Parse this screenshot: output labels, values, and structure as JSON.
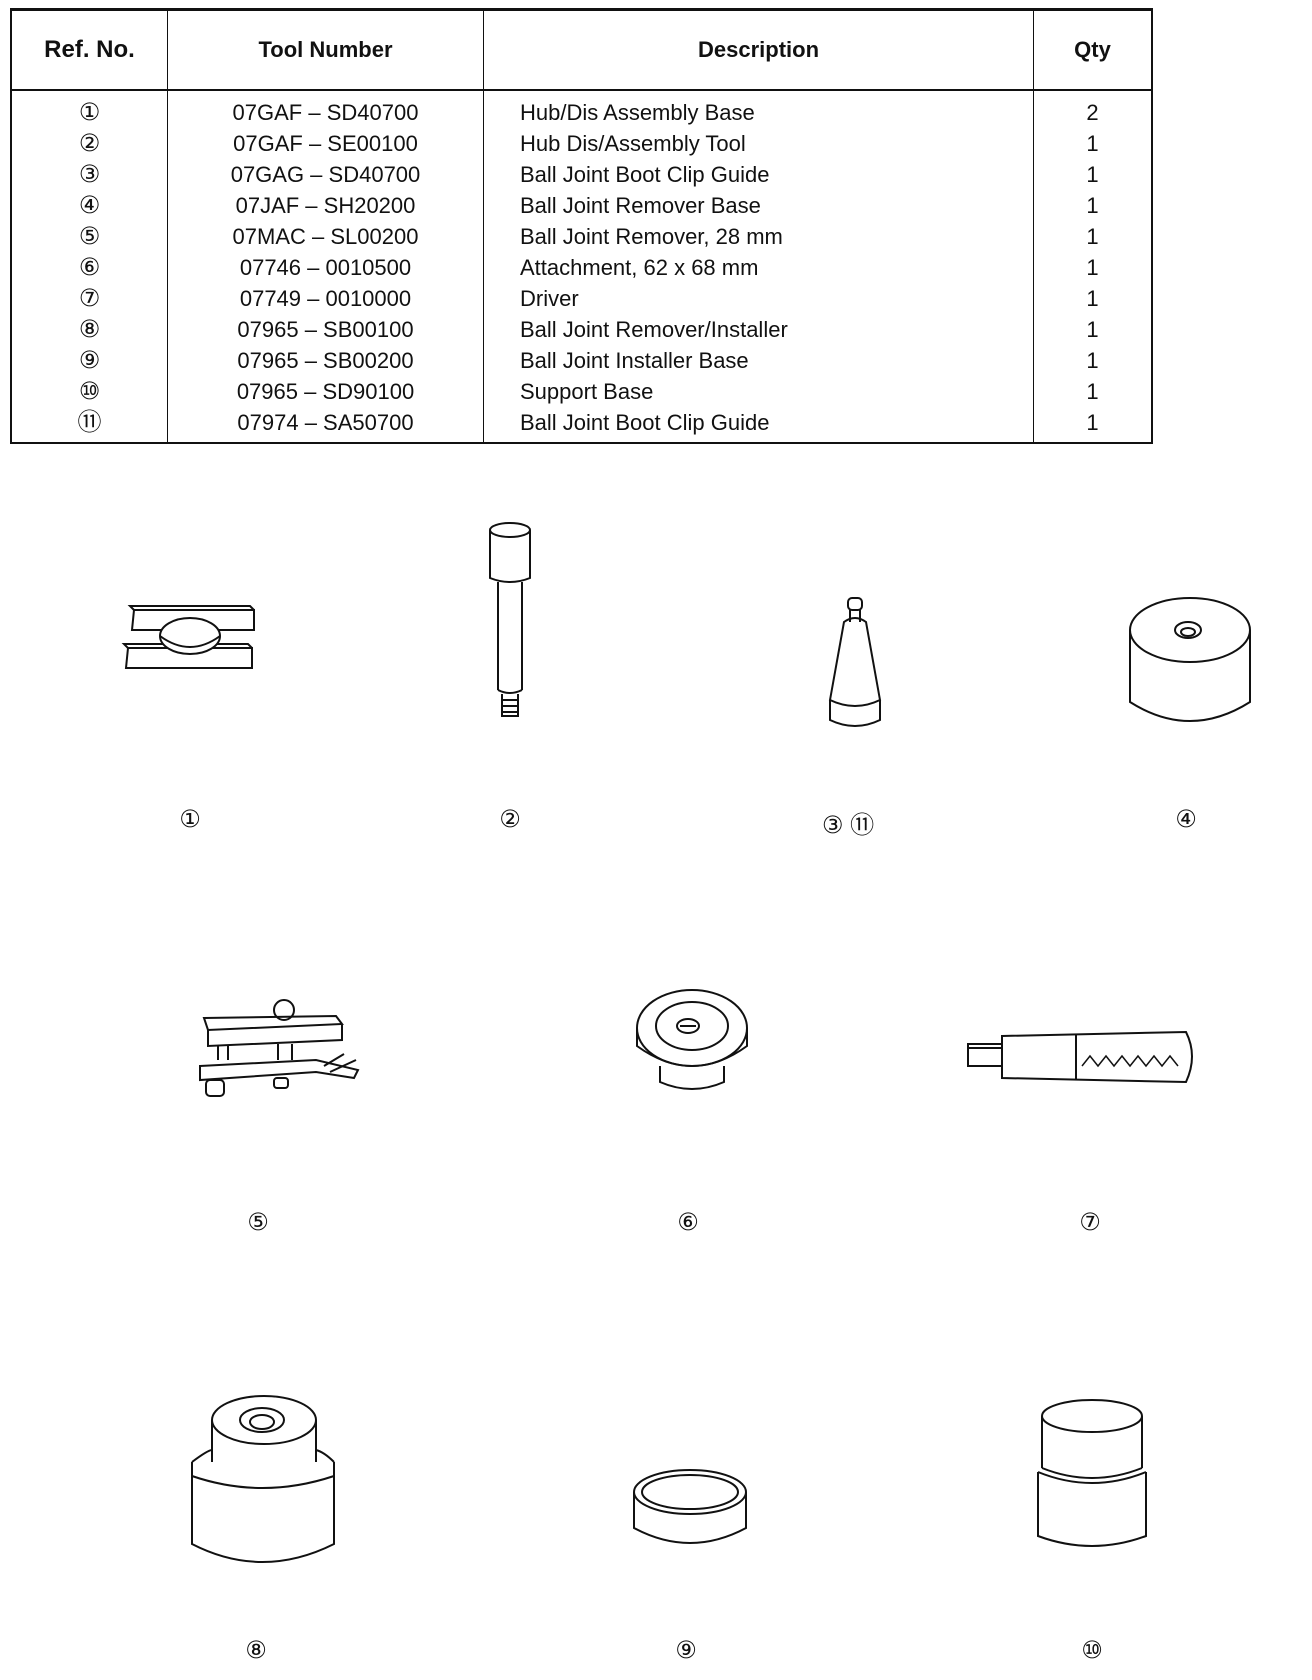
{
  "table": {
    "headers": {
      "ref": "Ref. No.",
      "tool": "Tool Number",
      "desc": "Description",
      "qty": "Qty"
    },
    "rows": [
      {
        "ref": "①",
        "tool": "07GAF – SD40700",
        "desc": "Hub/Dis Assembly Base",
        "qty": "2"
      },
      {
        "ref": "②",
        "tool": "07GAF – SE00100",
        "desc": "Hub Dis/Assembly Tool",
        "qty": "1"
      },
      {
        "ref": "③",
        "tool": "07GAG – SD40700",
        "desc": "Ball Joint Boot Clip Guide",
        "qty": "1"
      },
      {
        "ref": "④",
        "tool": "07JAF – SH20200",
        "desc": "Ball Joint Remover Base",
        "qty": "1"
      },
      {
        "ref": "⑤",
        "tool": "07MAC – SL00200",
        "desc": "Ball Joint Remover, 28 mm",
        "qty": "1"
      },
      {
        "ref": "⑥",
        "tool": "07746 – 0010500",
        "desc": "Attachment, 62 x 68 mm",
        "qty": "1"
      },
      {
        "ref": "⑦",
        "tool": "07749 – 0010000",
        "desc": "Driver",
        "qty": "1"
      },
      {
        "ref": "⑧",
        "tool": "07965 – SB00100",
        "desc": "Ball Joint Remover/Installer",
        "qty": "1"
      },
      {
        "ref": "⑨",
        "tool": "07965 – SB00200",
        "desc": "Ball Joint Installer Base",
        "qty": "1"
      },
      {
        "ref": "⑩",
        "tool": "07965 – SD90100",
        "desc": "Support Base",
        "qty": "1"
      },
      {
        "ref": "⑪",
        "tool": "07974 – SA50700",
        "desc": "Ball Joint Boot Clip Guide",
        "qty": "1"
      }
    ]
  },
  "figure_labels": {
    "f1": "①",
    "f2": "②",
    "f3": "③ ⑪",
    "f4": "④",
    "f5": "⑤",
    "f6": "⑥",
    "f7": "⑦",
    "f8": "⑧",
    "f9": "⑨",
    "f10": "⑩"
  }
}
